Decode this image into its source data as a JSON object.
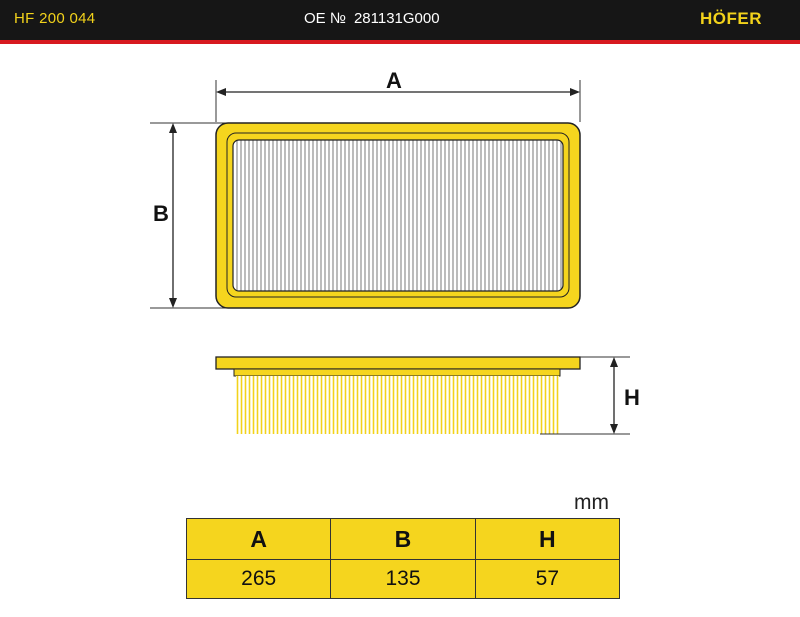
{
  "header": {
    "part_number": "HF 200 044",
    "oe_label": "OE №",
    "oe_number": "281131G000",
    "brand": "HÖFER",
    "colors": {
      "background": "#161616",
      "stripe": "#d71920",
      "accent": "#f2d21b"
    }
  },
  "diagram": {
    "label_a": "A",
    "label_b": "B",
    "label_h": "H",
    "colors": {
      "frame": "#f5d51e",
      "outline": "#222222",
      "pleats": "#f2d21b"
    }
  },
  "dimensions": {
    "unit": "mm",
    "columns": [
      "A",
      "B",
      "H"
    ],
    "values": [
      "265",
      "135",
      "57"
    ]
  }
}
